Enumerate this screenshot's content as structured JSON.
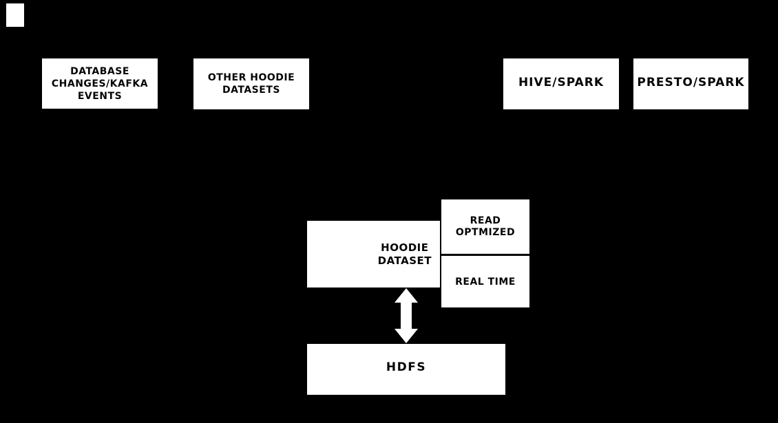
{
  "colors": {
    "background": "#000000",
    "node_fill": "#ffffff",
    "node_text": "#000000",
    "arrow": "#ffffff"
  },
  "diagram": {
    "nodes": {
      "database": {
        "line1": "DATABASE",
        "line2": "CHANGES/KAFKA",
        "line3": "EVENTS"
      },
      "other_hoodie": {
        "line1": "OTHER HOODIE",
        "line2": "DATASETS"
      },
      "hive_spark": {
        "label": "HIVE/SPARK"
      },
      "presto_spark": {
        "label": "PRESTO/SPARK"
      },
      "hoodie_dataset": {
        "line1": "HOODIE",
        "line2": "DATASET"
      },
      "read_optimized": {
        "line1": "READ",
        "line2": "OPTMIZED"
      },
      "real_time": {
        "label": "REAL TIME"
      },
      "hdfs": {
        "label": "HDFS"
      }
    },
    "arrow": {
      "type": "bidirectional-vertical",
      "from": "hoodie_dataset",
      "to": "hdfs"
    }
  }
}
